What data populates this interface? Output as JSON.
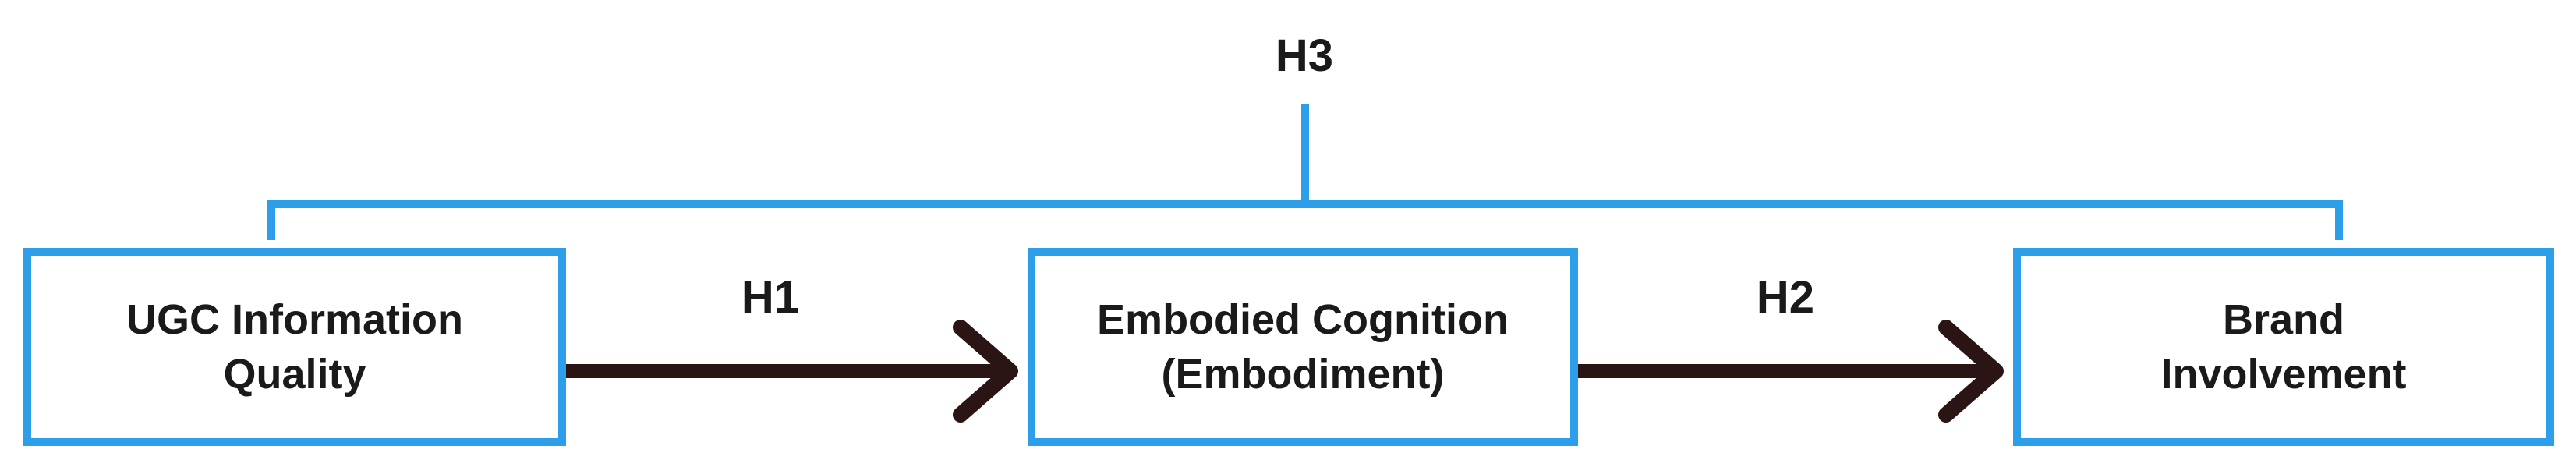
{
  "colors": {
    "box_border": "#2d9fea",
    "bracket": "#2d9fea",
    "arrow": "#2a1414",
    "text": "#1a1a1a"
  },
  "nodes": {
    "ugc": "UGC Information\nQuality",
    "embodied": "Embodied Cognition\n(Embodiment)",
    "brand": "Brand\nInvolvement"
  },
  "hypotheses": {
    "h1": "H1",
    "h2": "H2",
    "h3": "H3"
  }
}
